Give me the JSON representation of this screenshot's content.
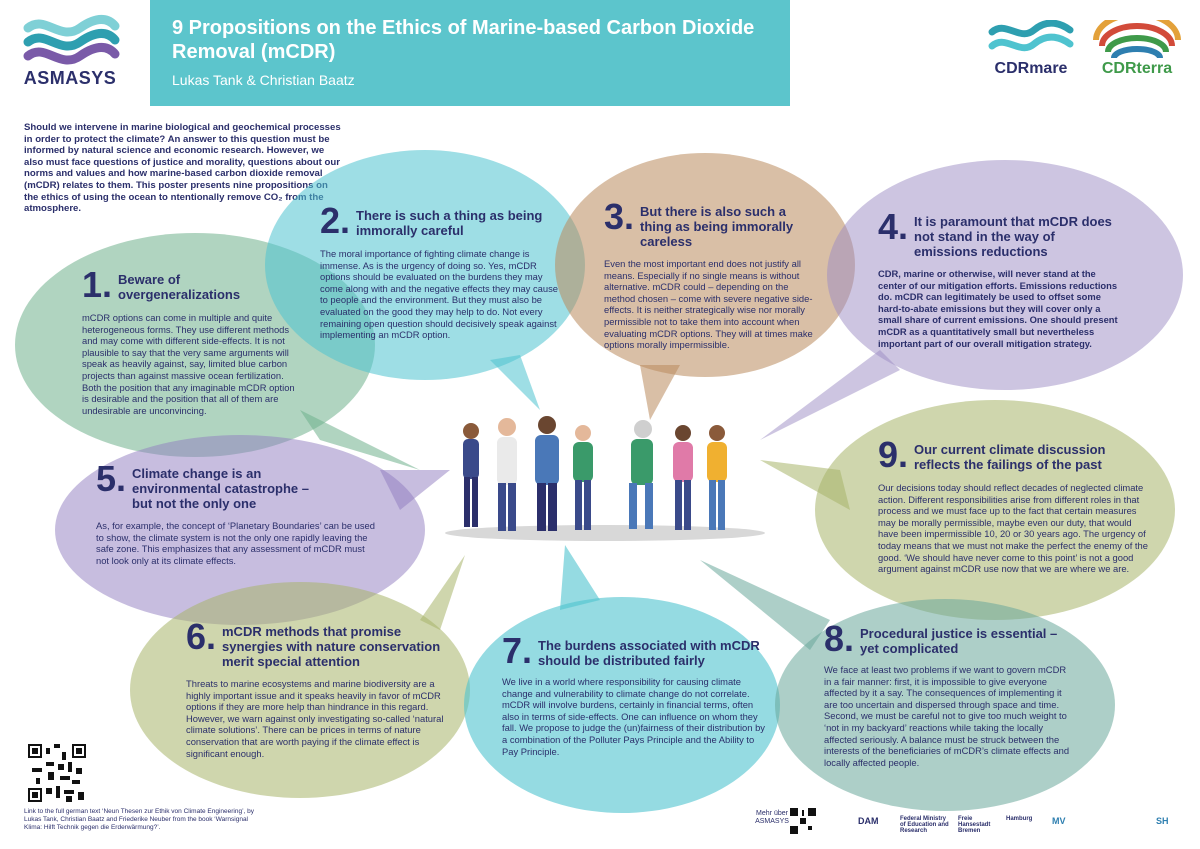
{
  "header": {
    "org_logo": "ASMASYS",
    "title": "9 Propositions on the Ethics of Marine-based Carbon Dioxide Removal (mCDR)",
    "authors": "Lukas Tank & Christian Baatz",
    "partner_logos": [
      "CDRmare",
      "CDRterra"
    ]
  },
  "intro": "Should we intervene in marine biological and geochemical processes in order to protect the climate? An answer to this question must be informed by natural science and economic research. However, we also must face questions of justice and morality, questions about our norms and values and how marine-based carbon dioxide removal (mCDR) relates to them. This poster presents nine propositions on the ethics of using the ocean to ntentionally remove CO₂ from the atmosphere.",
  "propositions": [
    {
      "number": "1.",
      "heading": "Beware of overgeneralizations",
      "body": "mCDR options can come in multiple and quite heterogeneous forms. They use different methods and may come with different side-effects. It is not plausible to say that the very same arguments will speak as heavily against, say, limited blue carbon projects than against massive ocean fertilization. Both the position that any imaginable mCDR option is desirable and the position that all of them are undesirable are unconvincing."
    },
    {
      "number": "2.",
      "heading": "There is such a thing as being immorally careful",
      "body": "The moral importance of fighting climate change is immense. As is the urgency of doing so. Yes, mCDR options should be evaluated on the burdens they may come along with and the negative effects they may cause to people and the environment. But they must also be evaluated on the good they may help to do. Not every remaining open question should decisively speak against implementing an mCDR option."
    },
    {
      "number": "3.",
      "heading": "But there is also such a thing as being immorally careless",
      "body": "Even the most important end does not justify all means. Especially if no single means is without alternative. mCDR could – depending on the method chosen – come with severe negative side-effects. It is neither strategically wise nor morally permissible not to take them into account when evaluating mCDR options. They will at times make options morally impermissible."
    },
    {
      "number": "4.",
      "heading": "It is paramount that mCDR does not stand in the way of emissions reductions",
      "body": "CDR, marine or otherwise, will never stand at the center of our mitigation efforts. Emissions reductions do. mCDR can legitimately be used to offset some hard-to-abate emissions but they will cover only a small share of current emissions. One should present mCDR as a quantitatively small but nevertheless important part of our overall mitigation strategy."
    },
    {
      "number": "5.",
      "heading": "Climate change is an environmental catastrophe – but not the only one",
      "body": "As, for example, the concept of ‘Planetary Boundaries’ can be used to show, the climate system is not the only one rapidly leaving the safe zone. This emphasizes that any assessment of mCDR must not look only at its climate effects."
    },
    {
      "number": "6.",
      "heading": "mCDR methods that promise synergies with nature conservation merit special attention",
      "body": "Threats to marine ecosystems and marine biodiversity are a highly important issue and it speaks heavily in favor of mCDR options if they are more help than hindrance in this regard. However, we warn against only investigating so-called ‘natural climate solutions’. There can be prices in terms of nature conservation that are worth paying if the climate effect is significant enough."
    },
    {
      "number": "7.",
      "heading": "The burdens associated with mCDR should be distributed fairly",
      "body": "We live in a world where responsibility for causing climate change and vulnerability to climate change do not correlate. mCDR will involve burdens, certainly in financial terms, often also in terms of side-effects. One can influence on whom they fall. We propose to judge the (un)fairness of their distribution by a combination of the Polluter Pays Principle and the Ability to Pay Principle."
    },
    {
      "number": "8.",
      "heading": "Procedural justice is essential – yet complicated",
      "body": "We face at least two problems if we want to govern mCDR in a fair manner: first, it is impossible to give everyone affected by it a say. The consequences of implementing it are too uncertain and dispersed through space and time. Second, we must be careful not to give too much weight to ‘not in my backyard’ reactions while taking the locally affected seriously. A balance must be struck between the interests of the beneficiaries of mCDR’s climate effects and locally affected people."
    },
    {
      "number": "9.",
      "heading": "Our current climate discussion reflects the failings of the past",
      "body": "Our decisions today should reflect decades of neglected climate action. Different responsibilities arise from different roles in that process and we must face up to the fact that certain measures may be morally permissible, maybe even our duty, that would have been impermissible 10, 20 or 30 years ago. The urgency of today means that we must not make the perfect the enemy of the good. ‘We should have never come to this point’ is not a good argument against mCDR use now that we are where we are."
    }
  ],
  "footer": {
    "link_text": "Link to the full german text ‘Neun Thesen zur Ethik von Climate Engineering’, by Lukas Tank, Christian Baatz and Friederike Neuber from the book ‘Warnsignal Klima: Hilft Technik gegen die Erderwärmung?’.",
    "mehr_uber": "Mehr über ASMASYS",
    "sponsors": [
      "DAM",
      "Federal Ministry of Education and Research",
      "Freie Hansestadt Bremen",
      "Hamburg",
      "MV",
      "SH"
    ]
  },
  "colors": {
    "teal": "#5cc5cc",
    "navy": "#2b2f6b",
    "green": "#6fb08c",
    "tan": "#b98a5c",
    "lavender": "#9b8cc4",
    "olive": "#a7b46a",
    "aqua": "#4fc3cf",
    "sage": "#6aa89a"
  }
}
